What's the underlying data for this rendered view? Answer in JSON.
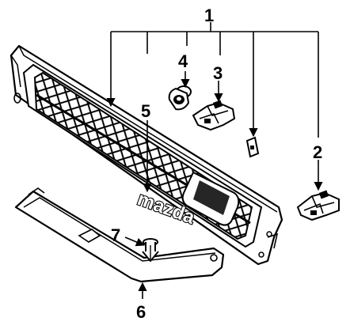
{
  "callouts": {
    "c1": "1",
    "c2": "2",
    "c3": "3",
    "c4": "4",
    "c5": "5",
    "c6": "6",
    "c7": "7"
  },
  "emblem": {
    "text": "mazda"
  },
  "colors": {
    "line": "#000000",
    "background": "#ffffff"
  }
}
